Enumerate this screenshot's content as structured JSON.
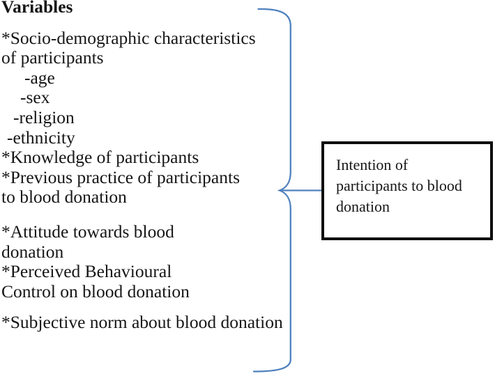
{
  "figure": {
    "title": "Variables",
    "group_a": [
      "*Socio-demographic characteristics",
      "of participants",
      "-age",
      "-sex",
      "-religion",
      "-ethnicity",
      "*Knowledge of participants",
      "*Previous practice of participants",
      "to blood donation"
    ],
    "group_b": [
      "*Attitude towards blood",
      "donation",
      "*Perceived Behavioural",
      "Control on blood donation"
    ],
    "group_c": [
      "*Subjective norm about blood donation"
    ],
    "outcome_box": {
      "text": "Intention of participants to blood donation"
    },
    "icons": {
      "brace": "curly-brace",
      "connector": "horizontal-line"
    },
    "colors": {
      "brace_blue": "#4E81BD",
      "box_border": "#0d0d0d",
      "text": "#161616",
      "background": "#ffffff"
    }
  }
}
